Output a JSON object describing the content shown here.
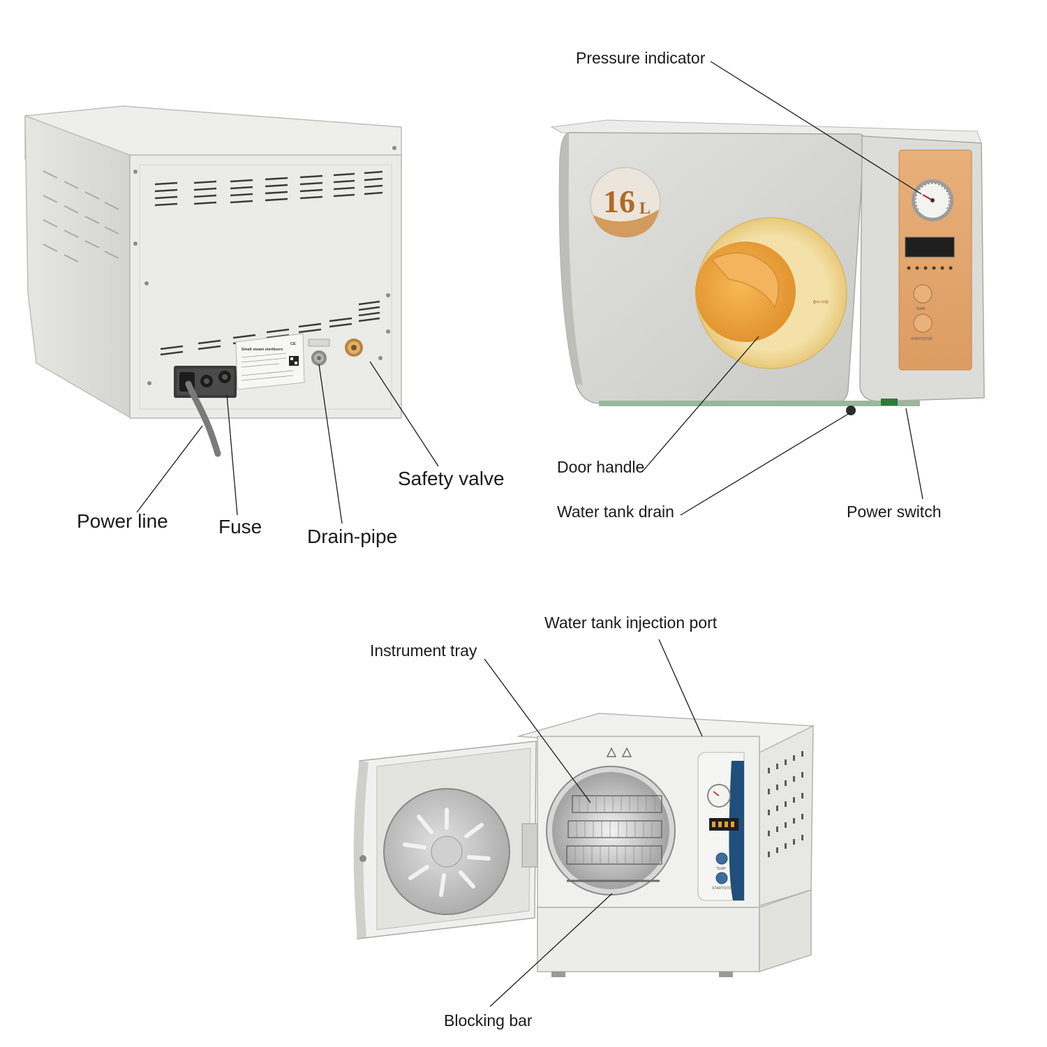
{
  "labels": {
    "power_line": "Power line",
    "fuse": "Fuse",
    "drain_pipe": "Drain-pipe",
    "safety_valve": "Safety valve",
    "pressure_indicator": "Pressure indicator",
    "door_handle": "Door handle",
    "water_tank_drain": "Water tank drain",
    "power_switch": "Power switch",
    "water_tank_injection_port": "Water tank injection port",
    "instrument_tray": "Instrument tray",
    "blocking_bar": "Blocking bar"
  },
  "front_unit": {
    "capacity_badge_number": "16",
    "capacity_badge_unit": "L",
    "button_temp": "TEMP",
    "button_start_stop": "START/STOP"
  },
  "rear_unit": {
    "plate_title": "Small steam sterilizers",
    "plate_ce": "CE"
  },
  "open_unit": {
    "button_temp": "TEMP",
    "button_start_stop": "START/STOP"
  },
  "colors": {
    "body_rear": "#ebebe8",
    "body_front": "#d9d9d6",
    "accent_orange": "#e0a468",
    "door_window": "#f0a646",
    "accent_blue": "#1f4f7a"
  }
}
